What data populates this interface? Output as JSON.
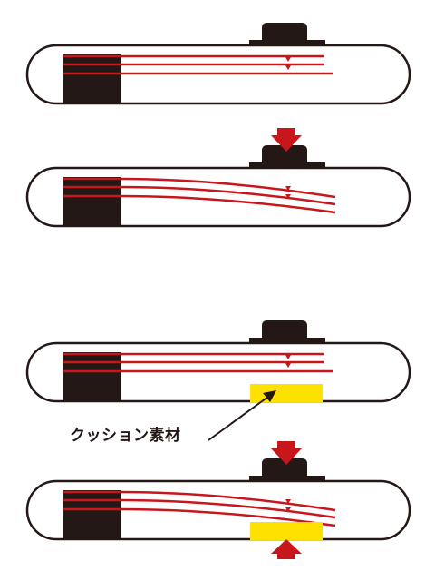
{
  "annotation": {
    "cushion_label": "クッション素材"
  },
  "colors": {
    "outline": "#231815",
    "block": "#231815",
    "key": "#231815",
    "contacts": "#c8161d",
    "press_arrow": "#c8161d",
    "cushion": "#ffe100",
    "background": "#ffffff"
  },
  "panels": [
    {
      "id": "no-cushion-rest",
      "pressed": false,
      "cushion": false
    },
    {
      "id": "no-cushion-pressed",
      "pressed": true,
      "cushion": false
    },
    {
      "id": "cushion-rest",
      "pressed": false,
      "cushion": true
    },
    {
      "id": "cushion-pressed",
      "pressed": true,
      "cushion": true
    }
  ]
}
